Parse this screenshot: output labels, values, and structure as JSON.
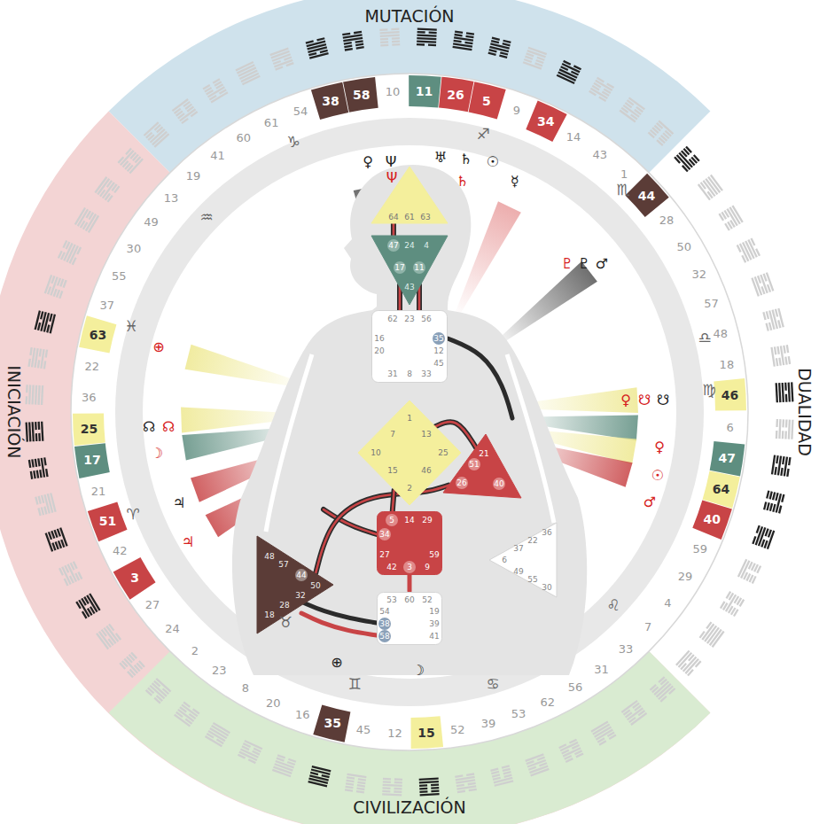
{
  "diagram": {
    "nodes": [
      {
        "text": [
          "64",
          "61",
          "63"
        ]
      },
      {
        "text": [
          "47",
          "24",
          "4",
          "17",
          "11",
          "43"
        ]
      },
      {
        "text": [
          "62",
          "23",
          "56",
          "16",
          "35",
          "20",
          "12",
          "45",
          "31",
          "8",
          "33"
        ]
      },
      {
        "text": [
          "1",
          "7",
          "13",
          "10",
          "25",
          "15",
          "46",
          "2"
        ]
      },
      {
        "text": [
          "21",
          "51",
          "26",
          "40"
        ]
      },
      {
        "text": [
          "48",
          "57",
          "44",
          "50",
          "32",
          "28",
          "18"
        ]
      },
      {
        "text": [
          "5",
          "14",
          "29",
          "34",
          "27",
          "59",
          "42",
          "3",
          "9"
        ]
      },
      {
        "text": [
          "36",
          "22",
          "37",
          "6",
          "49",
          "55",
          "30"
        ]
      },
      {
        "text": [
          "53",
          "60",
          "52",
          "54",
          "19",
          "38",
          "39",
          "58",
          "41"
        ]
      }
    ],
    "edges": [
      {
        "from": 0,
        "to": 1,
        "arrow": "none"
      },
      {
        "from": 3,
        "to": 4,
        "arrow": "none"
      },
      {
        "from": 4,
        "to": 5,
        "arrow": "none"
      },
      {
        "from": 3,
        "to": 6,
        "arrow": "none"
      }
    ],
    "labels": [
      "MUTACIÓN",
      "INICIACIÓN",
      "DUALIDAD",
      "CIVILIZACIÓN",
      "10",
      "11",
      "26",
      "5",
      "9",
      "34",
      "14",
      "43",
      "1",
      "44",
      "28",
      "50",
      "32",
      "57",
      "48",
      "18",
      "46",
      "6",
      "47",
      "64",
      "40",
      "59",
      "29",
      "4",
      "7",
      "33",
      "31",
      "56",
      "62",
      "53",
      "39",
      "52",
      "15",
      "12",
      "45",
      "35",
      "16",
      "20",
      "8",
      "23",
      "2",
      "24",
      "27",
      "3",
      "42",
      "51",
      "21",
      "17",
      "25",
      "36",
      "22",
      "63",
      "37",
      "55",
      "30",
      "49",
      "13",
      "19",
      "41",
      "60",
      "61",
      "54",
      "38",
      "58",
      "♑",
      "♐",
      "♏",
      "♎",
      "♍",
      "♌",
      "♋",
      "♊",
      "♉",
      "♈",
      "♓",
      "♒",
      "♀",
      "Ψ",
      "Ψ",
      "♅",
      "♄",
      "♄",
      "☉",
      "☿",
      "♇",
      "♇",
      "♂",
      "♀",
      "☋",
      "☋",
      "♀",
      "☉",
      "♂",
      "⊕",
      "☊",
      "☊",
      "☽",
      "♃",
      "♃",
      "⊕",
      "☽"
    ]
  }
}
